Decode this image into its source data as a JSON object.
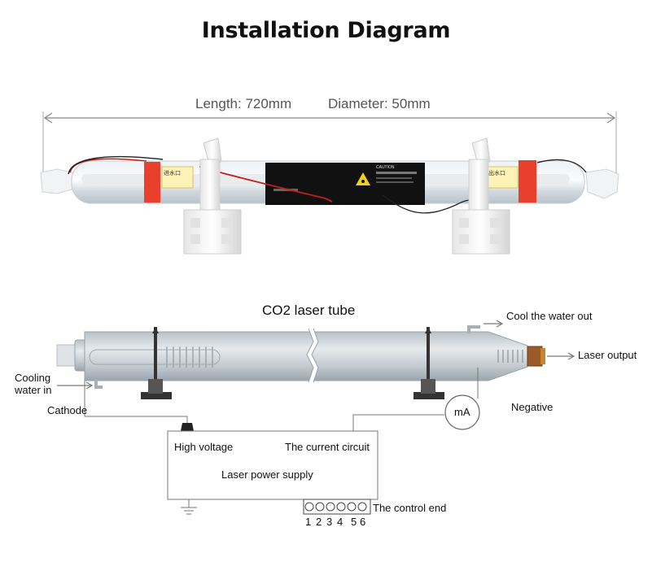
{
  "title": "Installation Diagram",
  "dimensions": {
    "length": "Length: 720mm",
    "diameter": "Diameter: 50mm"
  },
  "photo": {
    "tag_left": "进水口",
    "tag_right": "出水口",
    "label_warning": "CAUTION"
  },
  "schematic": {
    "tube_label": "CO2 laser tube",
    "cooling_in": "Cooling\nwater in",
    "cathode": "Cathode",
    "water_out": "Cool the water out",
    "laser_output": "Laser output",
    "negative": "Negative",
    "meter": "mA",
    "high_voltage": "High voltage",
    "current_circuit": "The current circuit",
    "power_supply": "Laser power supply",
    "control_end": "The control end",
    "pins": [
      "1",
      "2",
      "3",
      "4",
      "5",
      "6"
    ]
  },
  "colors": {
    "tube_glass": "#d7dde2",
    "red_tag": "#e8402c",
    "label_black": "#111111",
    "accent_yellow": "#f1d21b"
  }
}
